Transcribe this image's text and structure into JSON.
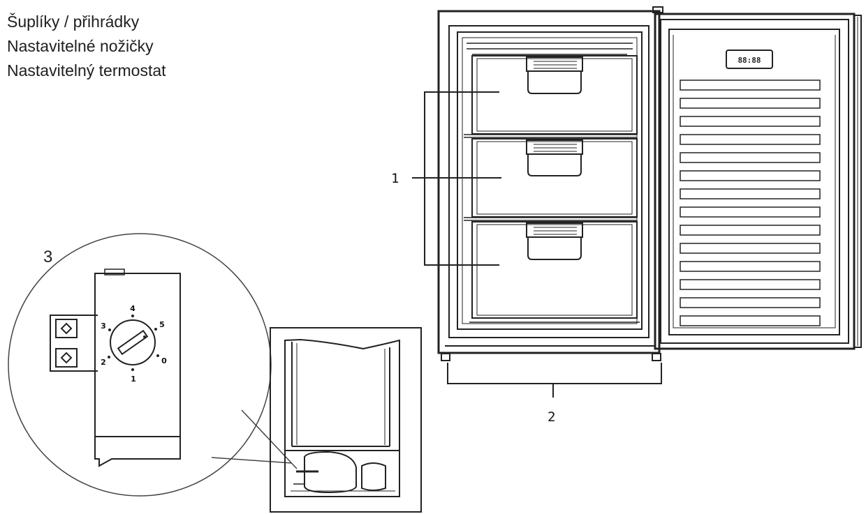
{
  "legend": {
    "items": [
      "Šuplíky / přihrádky",
      "Nastavitelné nožičky",
      "Nastavitelný termostat"
    ]
  },
  "callouts": {
    "drawers": "1",
    "feet": "2",
    "thermostat": "3"
  },
  "thermostat_dial": {
    "marks": [
      "0",
      "1",
      "2",
      "3",
      "4",
      "5"
    ]
  },
  "door_display": {
    "text": "88:88"
  }
}
